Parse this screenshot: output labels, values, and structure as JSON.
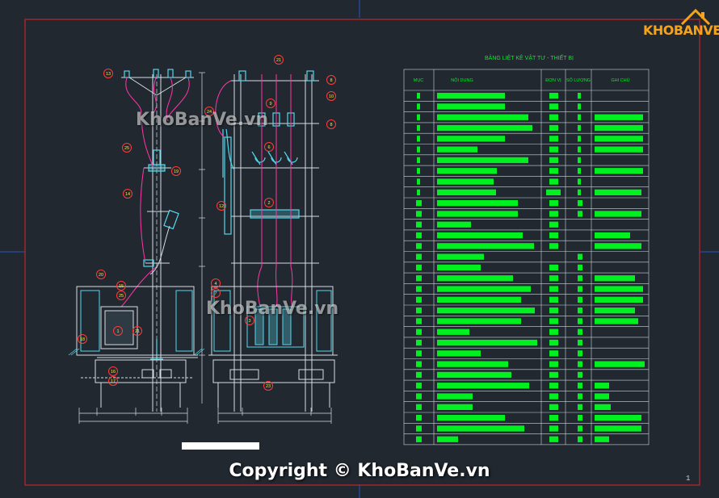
{
  "drawing": {
    "table_title": "BẢNG LIỆT KÊ VẬT TƯ - THIẾT BỊ",
    "table_headers": [
      "MỤC",
      "NỘI DUNG",
      "ĐƠN VỊ",
      "SỐ LƯỢNG",
      "GHI CHÚ"
    ],
    "sheet_number": "1",
    "callouts_left": [
      "13",
      "25",
      "19",
      "14",
      "20",
      "15",
      "25",
      "1",
      "21",
      "18",
      "16",
      "17"
    ],
    "callouts_right": [
      "21",
      "8",
      "10",
      "24",
      "9",
      "8",
      "2",
      "12",
      "6",
      "4",
      "7",
      "3",
      "23"
    ]
  },
  "watermarks": {
    "mark_1": "KhoBanVe.vn",
    "mark_2": "KhoBanVe.vn",
    "copyright": "Copyright © KhoBanVe.vn"
  },
  "logo": {
    "text": "KHOBANVE"
  },
  "colors": {
    "background": "#212830",
    "frame": "#b3262e",
    "table_lines": "#cfd5dc",
    "fill_green": "#00f020",
    "callout": "#ff3b3b",
    "cyan": "#56d6ec",
    "magenta": "#ff36a8",
    "logo_orange": "#f6a21a"
  }
}
